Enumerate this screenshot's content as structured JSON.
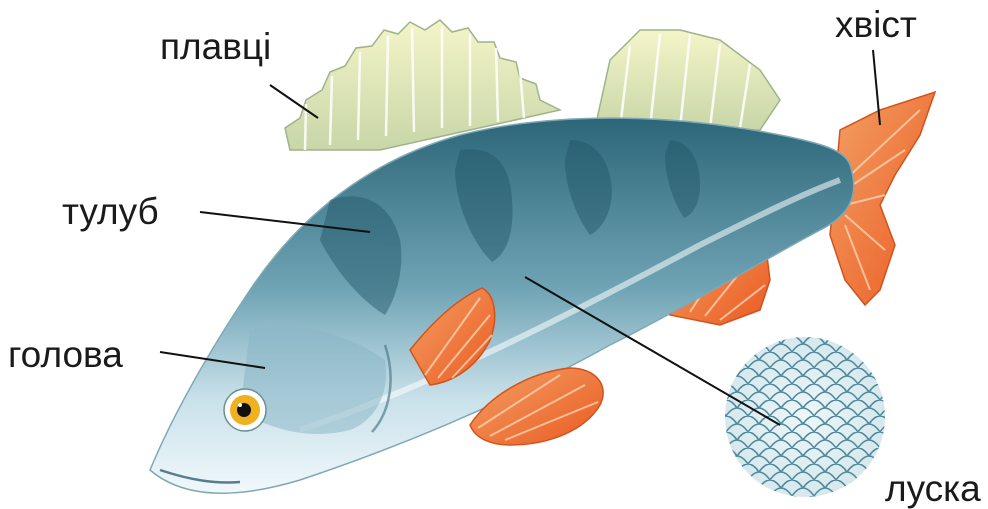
{
  "labels": {
    "fins": "плавці",
    "tail": "хвіст",
    "body": "тулуб",
    "head": "голова",
    "scales": "луска"
  },
  "colors": {
    "body_dark": "#2f6f7e",
    "body_light": "#dfeef4",
    "fin_orange": "#f07a3a",
    "dorsal_fin": "#eef0b8",
    "eye_ring": "#f0b020",
    "leader_line": "#111111"
  }
}
